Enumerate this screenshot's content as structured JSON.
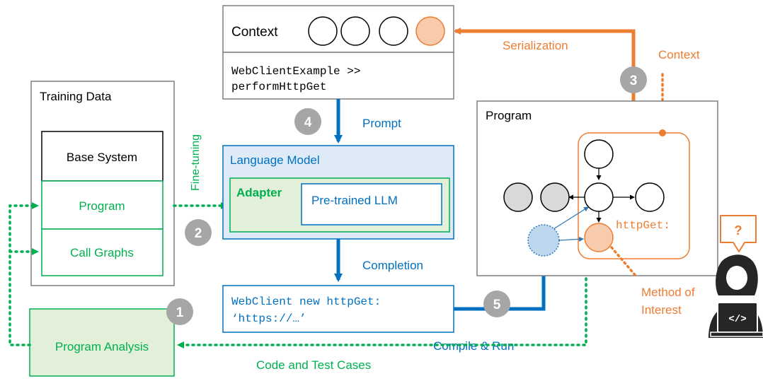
{
  "colors": {
    "orange": "#ED7D31",
    "blue": "#0070C0",
    "green": "#00B050",
    "gray_badge": "#A6A6A6",
    "box_border": "#7F7F7F",
    "lm_fill": "#DEEBF7",
    "green_fill": "#E2F0D9",
    "orange_node_fill": "#F8CBAD",
    "gray_node_fill": "#D9D9D9",
    "light_blue_node": "#BDD7EE",
    "dark": "#262626"
  },
  "context_box": {
    "title": "Context",
    "code_line1": "WebClientExample >>",
    "code_line2": "performHttpGet"
  },
  "training_data": {
    "title": "Training Data",
    "base_system": "Base System",
    "program": "Program",
    "call_graphs": "Call Graphs"
  },
  "language_model": {
    "title": "Language Model",
    "adapter": "Adapter",
    "pretrained": "Pre-trained LLM"
  },
  "completion_box": {
    "line1": "WebClient new httpGet:",
    "line2": "‘https://…’"
  },
  "program_box": {
    "title": "Program",
    "method_label": "httpGet:"
  },
  "program_analysis": {
    "label": "Program Analysis"
  },
  "labels": {
    "serialization": "Serialization",
    "context": "Context",
    "prompt": "Prompt",
    "completion": "Completion",
    "compile_run": "Compile & Run",
    "fine_tuning": "Fine-tuning",
    "method_of_interest_1": "Method of",
    "method_of_interest_2": "Interest",
    "code_and_tests": "Code and Test Cases"
  },
  "badges": [
    "1",
    "2",
    "3",
    "4",
    "5"
  ],
  "user": {
    "speech": "?",
    "laptop_symbol": "</>"
  }
}
